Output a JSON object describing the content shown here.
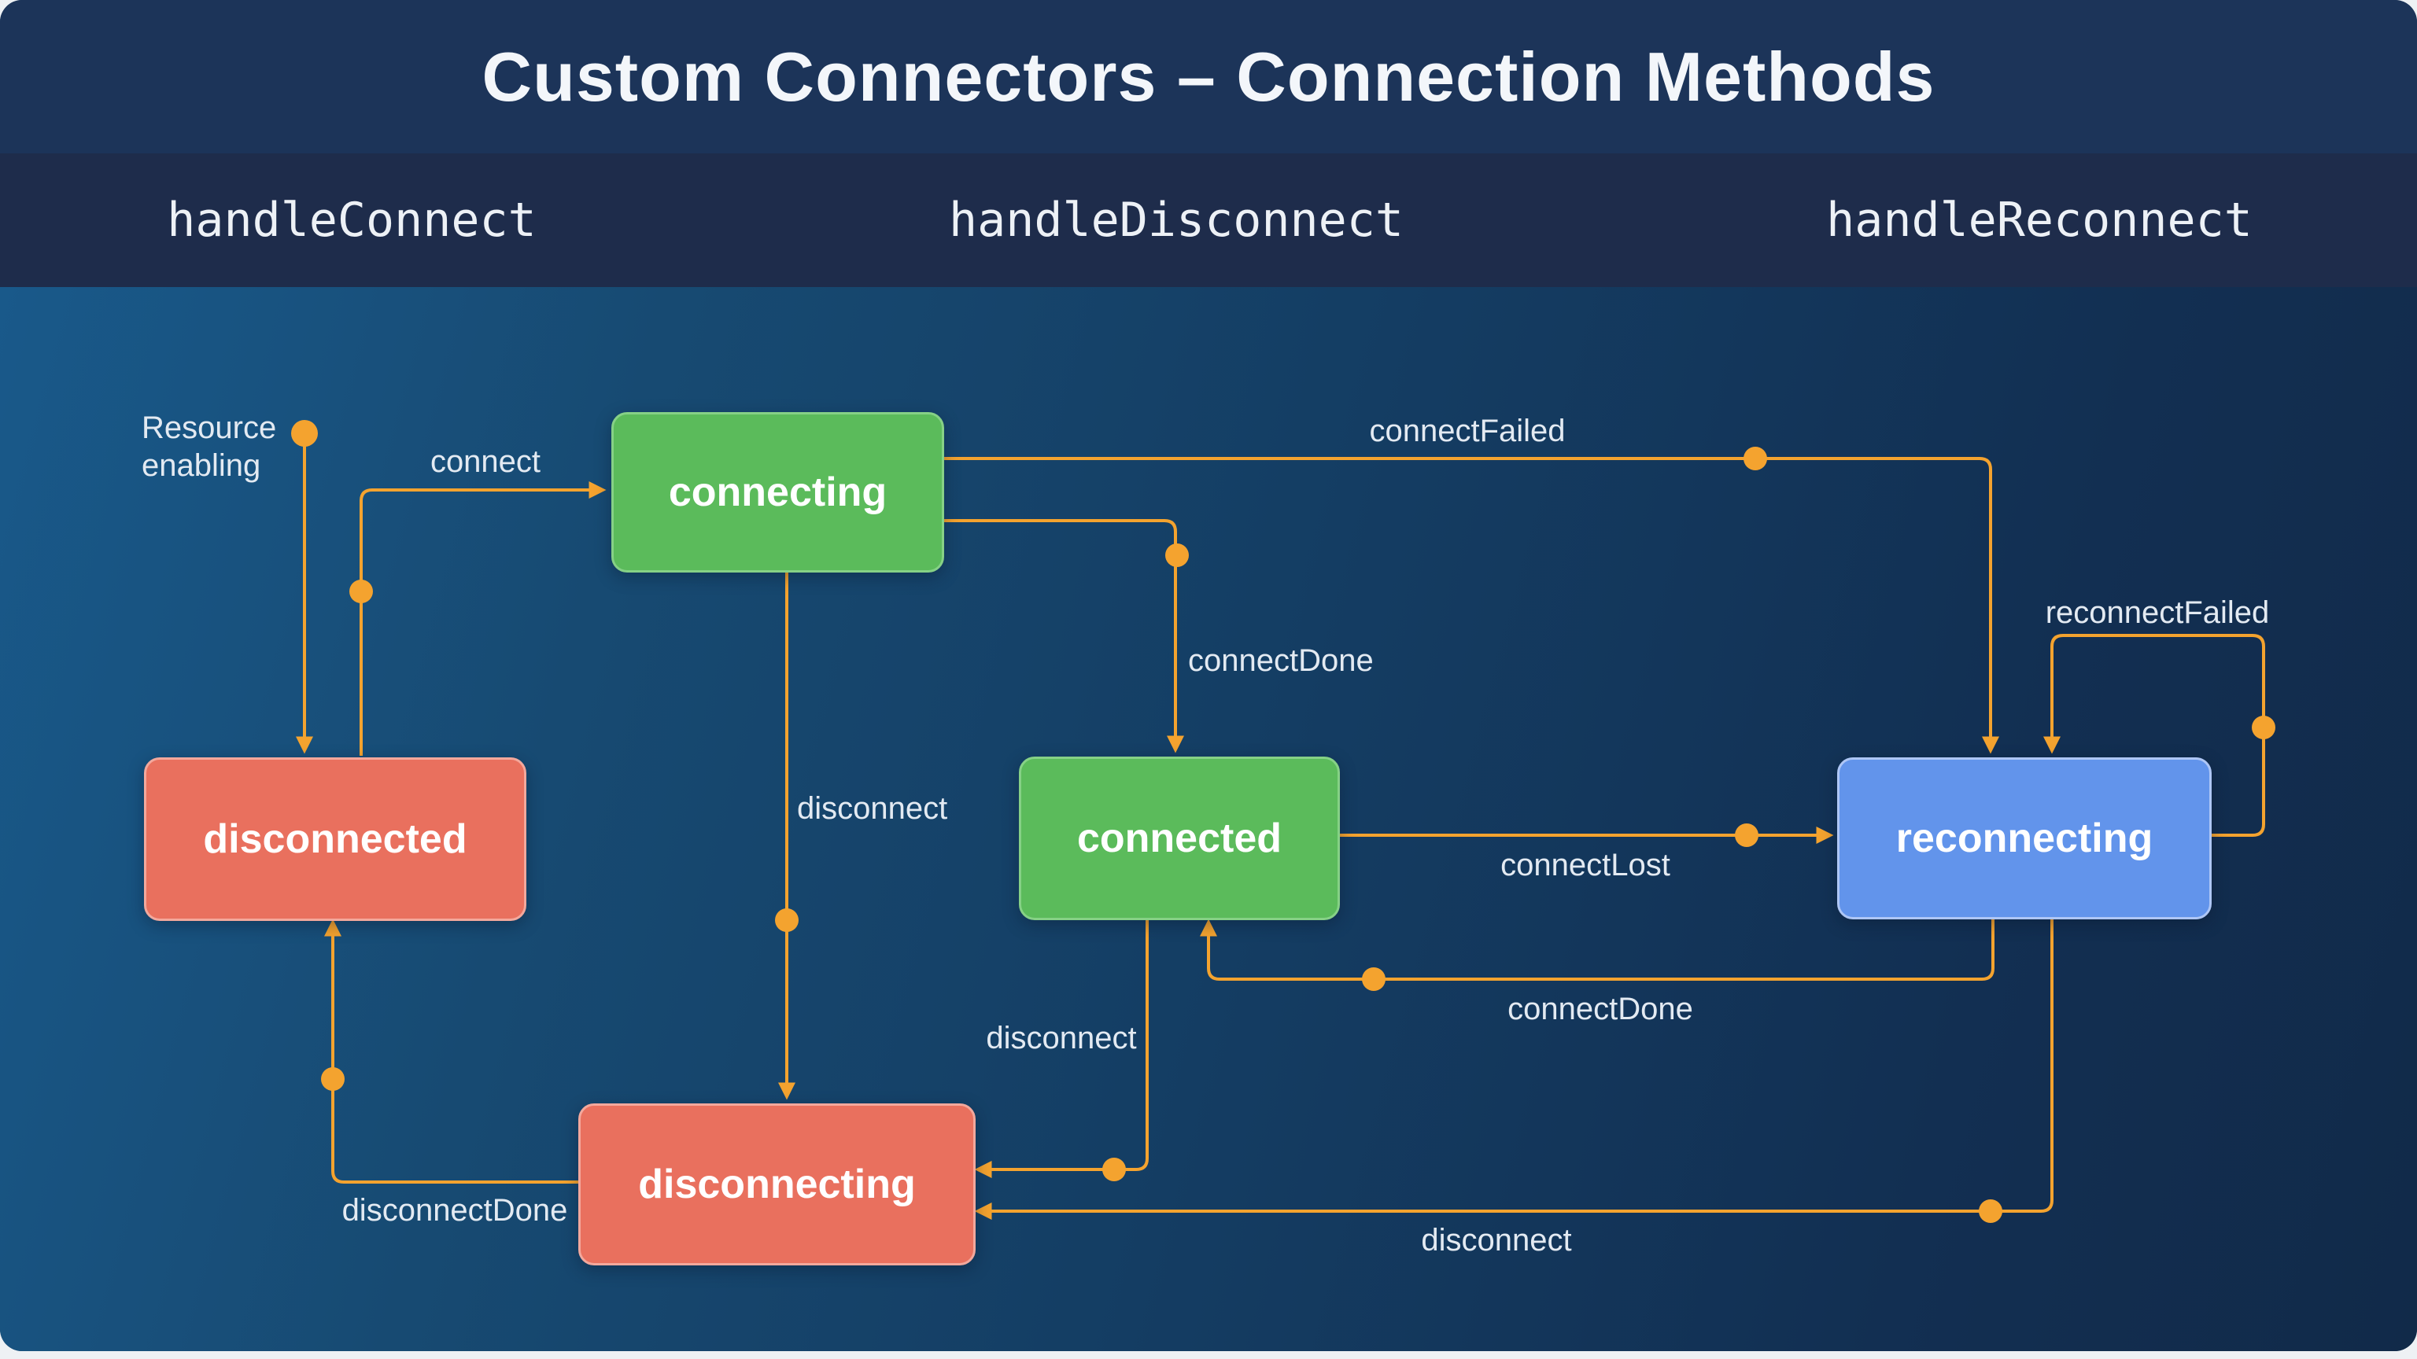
{
  "title": "Custom Connectors – Connection Methods",
  "methods": [
    {
      "label": "handleConnect"
    },
    {
      "label": "handleDisconnect"
    },
    {
      "label": "handleReconnect"
    }
  ],
  "nodes": {
    "connecting": {
      "label": "connecting",
      "color": "green"
    },
    "disconnected": {
      "label": "disconnected",
      "color": "red"
    },
    "connected": {
      "label": "connected",
      "color": "green"
    },
    "reconnecting": {
      "label": "reconnecting",
      "color": "blue"
    },
    "disconnecting": {
      "label": "disconnecting",
      "color": "red"
    }
  },
  "edges": {
    "resource": {
      "label": "Resource enabling",
      "from": "start",
      "to": "disconnected"
    },
    "connect": {
      "label": "connect",
      "from": "disconnected",
      "to": "connecting"
    },
    "connect_failed": {
      "label": "connectFailed",
      "from": "connecting",
      "to": "reconnecting"
    },
    "connect_done_top": {
      "label": "connectDone",
      "from": "connecting",
      "to": "connected"
    },
    "disconnect_mid": {
      "label": "disconnect",
      "from": "connecting",
      "to": "disconnecting"
    },
    "connect_lost": {
      "label": "connectLost",
      "from": "connected",
      "to": "reconnecting"
    },
    "reconnect_failed": {
      "label": "reconnectFailed",
      "from": "reconnecting",
      "to": "reconnecting"
    },
    "connect_done_bottom": {
      "label": "connectDone",
      "from": "reconnecting",
      "to": "connected"
    },
    "disconnect_from_connected": {
      "label": "disconnect",
      "from": "connected",
      "to": "disconnecting"
    },
    "disconnect_done": {
      "label": "disconnectDone",
      "from": "disconnecting",
      "to": "disconnected"
    },
    "disconnect_bottom": {
      "label": "disconnect",
      "from": "reconnecting",
      "to": "disconnecting"
    }
  },
  "colors": {
    "green": "#5BBB5B",
    "green_border": "#86D186",
    "red": "#E9705E",
    "red_border": "#F3A89C",
    "blue": "#6294EB",
    "blue_border": "#AEC6F5",
    "arrow": "#F4A32F",
    "edge_label": "#E3EAF2",
    "title_bar_bg": "#1C3459",
    "methods_bg": "#1E2C4B",
    "page_bg": "#EEF1F4"
  }
}
